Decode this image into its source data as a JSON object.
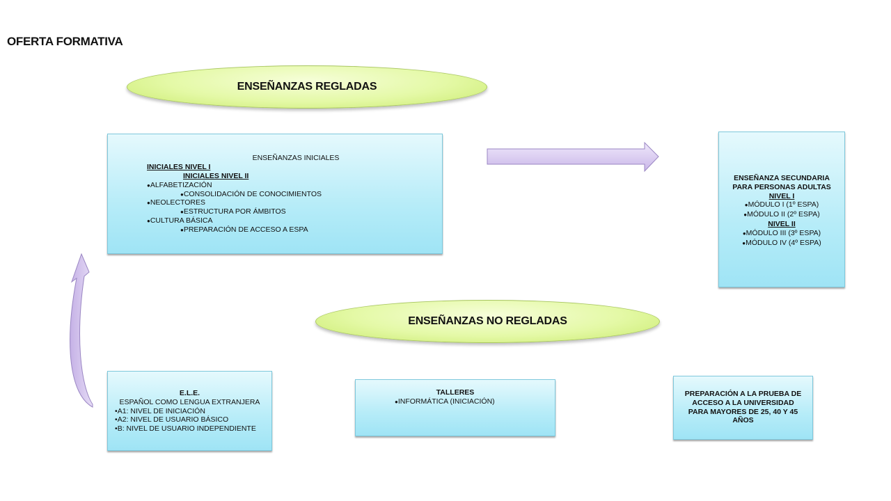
{
  "page_title": "OFERTA FORMATIVA",
  "colors": {
    "ellipse_fill": "#e4f9a6",
    "box_fill": "#b6ecf8",
    "arrow_fill": "#d7c8ef"
  },
  "regladas": {
    "label": "ENSEÑANZAS REGLADAS"
  },
  "no_regladas": {
    "label": "ENSEÑANZAS NO REGLADAS"
  },
  "iniciales": {
    "heading": "ENSEÑANZAS  INICIALES",
    "level1": "INICIALES NIVEL I",
    "level2": "INICIALES NIVEL II",
    "left_items": [
      "ALFABETIZACIÓN",
      "NEOLECTORES",
      "CULTURA  BÁSICA"
    ],
    "right_items": [
      "CONSOLIDACIÓN  DE  CONOCIMIENTOS",
      "ESTRUCTURA  POR  ÁMBITOS",
      "PREPARACIÓN  DE  ACCESO  A ESPA"
    ]
  },
  "espa": {
    "heading_line1": "ENSEÑANZA  SECUNDARIA",
    "heading_line2": "PARA PERSONAS  ADULTAS",
    "nivel1": "NIVEL I",
    "nivel1_items": [
      "MÓDULO  I  (1º ESPA)",
      "MÓDULO  II  (2º ESPA)"
    ],
    "nivel2": "NIVEL II",
    "nivel2_items": [
      "MÓDULO  III  (3º ESPA)",
      "MÓDULO  IV  (4º ESPA)"
    ]
  },
  "ele": {
    "heading": "E.L.E.",
    "subtitle": "ESPAÑOL  COMO  LENGUA  EXTRANJERA",
    "items": [
      "A1: NIVEL  DE  INICIACIÓN",
      "A2: NIVEL  DE  USUARIO  BÁSICO",
      "B:  NIVEL  DE  USUARIO  INDEPENDIENTE"
    ]
  },
  "talleres": {
    "heading": "TALLERES",
    "items": [
      "INFORMÁTICA  (INICIACIÓN)"
    ]
  },
  "universidad": {
    "line1": "PREPARACIÓN  A LA PRUEBA  DE",
    "line2": "ACCESO  A LA UNIVERSIDAD",
    "line3": "PARA MAYORES  DE  25, 40 Y 45",
    "line4": "AÑOS"
  }
}
